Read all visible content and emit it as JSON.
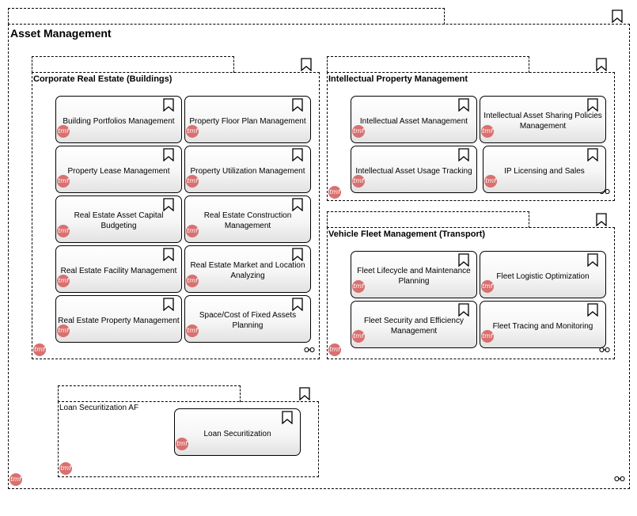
{
  "groups": {
    "asset_management": {
      "title": "Asset Management"
    },
    "corporate_real_estate": {
      "title": "Corporate Real Estate (Buildings)",
      "cards": [
        "Building Portfolios Management",
        "Property Floor Plan Management",
        "Property Lease Management",
        "Property Utilization Management",
        "Real Estate Asset Capital Budgeting",
        "Real Estate Construction Management",
        "Real Estate Facility Management",
        "Real Estate Market and Location Analyzing",
        "Real Estate Property Management",
        "Space/Cost of Fixed Assets Planning"
      ]
    },
    "intellectual_property": {
      "title": "Intellectual Property Management",
      "cards": [
        "Intellectual Asset Management",
        "Intellectual Asset Sharing Policies Management",
        "Intellectual Asset Usage Tracking",
        "IP Licensing and Sales"
      ]
    },
    "vehicle_fleet": {
      "title": "Vehicle Fleet Management (Transport)",
      "cards": [
        "Fleet Lifecycle and Maintenance Planning",
        "Fleet Logistic Optimization",
        "Fleet Security and Efficiency Management",
        "Fleet Tracing and Monitoring"
      ]
    },
    "loan_securitization": {
      "title": "Loan Securitization AF",
      "cards": [
        "Loan Securitization"
      ]
    }
  },
  "badge_text": "tmf",
  "colors": {
    "badge": "#d9706f",
    "border": "#000000"
  },
  "icons": {
    "group_marker": "bookmark-icon",
    "card_marker": "bookmark-icon",
    "link": "link-icon"
  }
}
